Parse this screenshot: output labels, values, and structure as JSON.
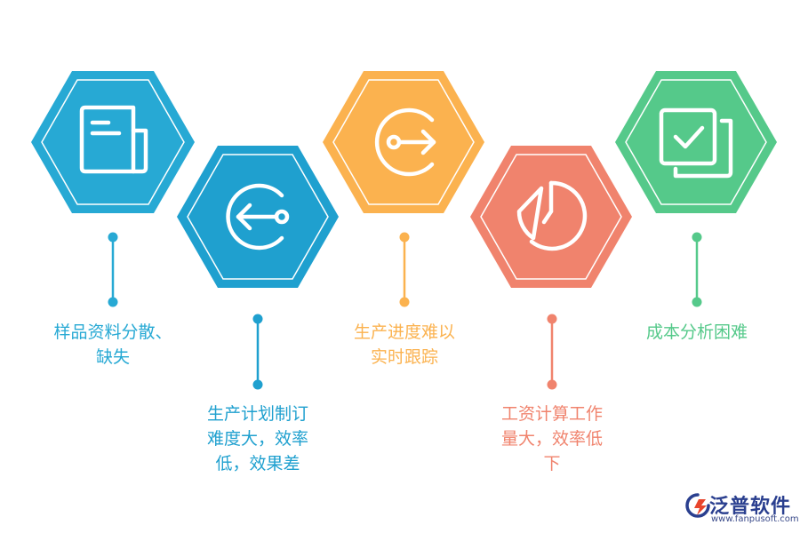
{
  "steps": [
    {
      "id": "samples",
      "label": "样品资料分散、缺失",
      "lines": [
        "样品资料分散、",
        "缺失"
      ],
      "color": "#27a9d4",
      "icon": "document-icon"
    },
    {
      "id": "plan",
      "label": "生产计划制订难度大，效率低，效果差",
      "lines": [
        "生产计划制订",
        "难度大，效率",
        "低，效果差"
      ],
      "color": "#1fa0cf",
      "icon": "arrow-left-circle-icon"
    },
    {
      "id": "progress",
      "label": "生产进度难以实时跟踪",
      "lines": [
        "生产进度难以",
        "实时跟踪"
      ],
      "color": "#fbb24f",
      "icon": "arrow-right-circle-icon"
    },
    {
      "id": "wages",
      "label": "工资计算工作量大，效率低下",
      "lines": [
        "工资计算工作",
        "量大，效率低",
        "下"
      ],
      "color": "#f0836d",
      "icon": "pie-chart-icon"
    },
    {
      "id": "cost",
      "label": "成本分析困难",
      "lines": [
        "成本分析困难"
      ],
      "color": "#55c98a",
      "icon": "checkbox-icon"
    }
  ],
  "brand": {
    "name": "泛普软件",
    "url": "www.fanpusoft.com",
    "accent": "#2a3f8f"
  }
}
